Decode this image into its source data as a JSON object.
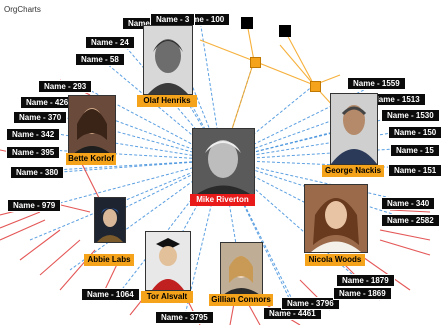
{
  "app": {
    "title": "OrgCharts"
  },
  "colors": {
    "person_label": "#f5a31a",
    "focus_label": "#e81a1a",
    "tag_bg": "#0b0b0b",
    "edge_blue": "#3f8fdc",
    "edge_red": "#e03a3a",
    "edge_orange": "#f5a31a"
  },
  "people": [
    {
      "name": "Olaf Henriks",
      "role": "person"
    },
    {
      "name": "George Nackis",
      "role": "person"
    },
    {
      "name": "Mike Riverton",
      "role": "focus"
    },
    {
      "name": "Bette Korlof",
      "role": "person"
    },
    {
      "name": "Abbie Labs",
      "role": "person"
    },
    {
      "name": "Tor Alsvalt",
      "role": "person"
    },
    {
      "name": "Gillian Connors",
      "role": "person"
    },
    {
      "name": "Nicola Woods",
      "role": "person"
    }
  ],
  "tags": [
    "Name - 101",
    "Name - 100",
    "Name - 3",
    "Name - 24",
    "Name - 58",
    "Name - 293",
    "Name - 426",
    "Name - 370",
    "Name - 342",
    "Name - 395",
    "Name - 380",
    "Name - 1559",
    "Name - 1513",
    "Name - 1530",
    "Name - 150",
    "Name - 15",
    "Name - 151",
    "Name - 979",
    "Name - 340",
    "Name - 2582",
    "Name - 1064",
    "Name - 3795",
    "Name - 4461",
    "Name - 3796",
    "Name - 1869",
    "Name - 1879"
  ]
}
